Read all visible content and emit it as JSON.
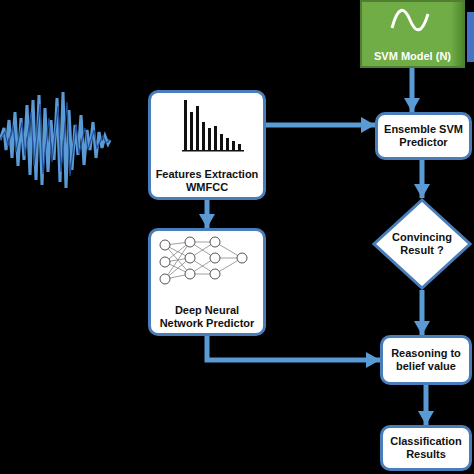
{
  "diagram": {
    "nodes": [
      {
        "text": [
          "Features Extraction WMFCC"
        ]
      },
      {
        "text": [
          "SVM Model (N)"
        ]
      },
      {
        "text": [
          "Ensemble SVM Predictor"
        ]
      },
      {
        "text": [
          "Convincing Result ?"
        ]
      },
      {
        "text": [
          "Deep Neural Network Predictor"
        ]
      },
      {
        "text": [
          "Reasoning to belief value"
        ]
      },
      {
        "text": [
          "Classification Results"
        ]
      }
    ],
    "edges": [
      {
        "from": 0,
        "to": 2,
        "arrow": "to"
      },
      {
        "from": 1,
        "to": 2,
        "arrow": "to"
      },
      {
        "from": 2,
        "to": 3,
        "arrow": "to"
      },
      {
        "from": 0,
        "to": 4,
        "arrow": "to"
      },
      {
        "from": 4,
        "to": 5,
        "arrow": "to"
      },
      {
        "from": 3,
        "to": 5,
        "arrow": "to"
      },
      {
        "from": 5,
        "to": 6,
        "arrow": "to"
      }
    ]
  }
}
